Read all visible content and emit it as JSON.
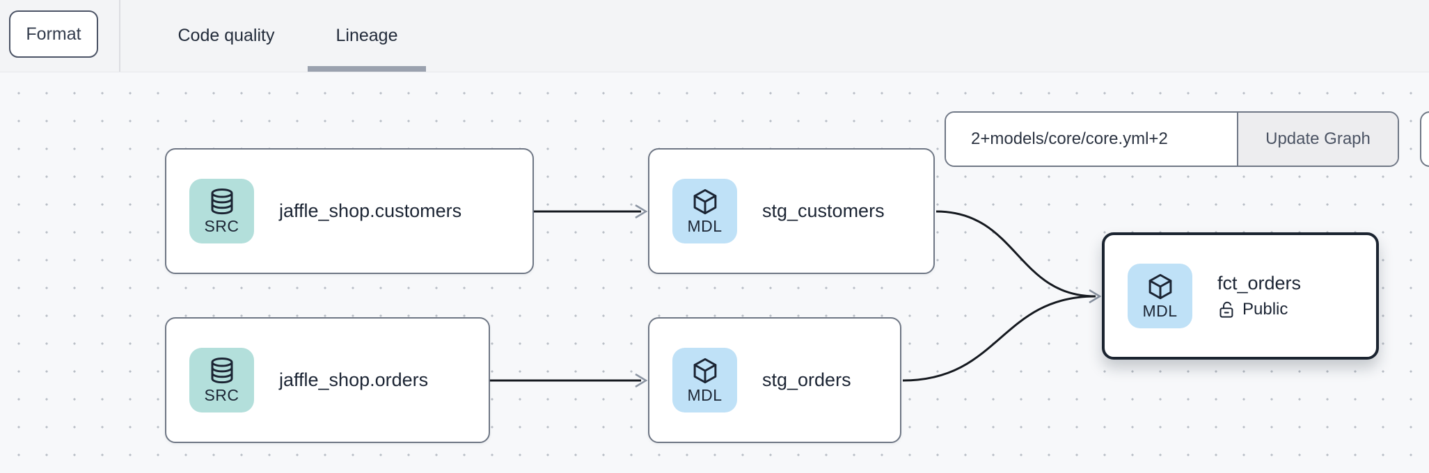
{
  "toolbar": {
    "format_button": "Format",
    "tabs": [
      {
        "label": "Code quality",
        "active": false
      },
      {
        "label": "Lineage",
        "active": true
      }
    ]
  },
  "lineage_controls": {
    "selector_value": "2+models/core/core.yml+2",
    "update_button": "Update Graph"
  },
  "graph": {
    "nodes": [
      {
        "id": "jaffle_shop.customers",
        "title": "jaffle_shop.customers",
        "type_badge": "SRC",
        "icon": "database-icon",
        "kind": "source",
        "selected": false
      },
      {
        "id": "stg_customers",
        "title": "stg_customers",
        "type_badge": "MDL",
        "icon": "cube-icon",
        "kind": "model",
        "selected": false
      },
      {
        "id": "jaffle_shop.orders",
        "title": "jaffle_shop.orders",
        "type_badge": "SRC",
        "icon": "database-icon",
        "kind": "source",
        "selected": false
      },
      {
        "id": "stg_orders",
        "title": "stg_orders",
        "type_badge": "MDL",
        "icon": "cube-icon",
        "kind": "model",
        "selected": false
      },
      {
        "id": "fct_orders",
        "title": "fct_orders",
        "type_badge": "MDL",
        "icon": "cube-icon",
        "kind": "model",
        "access": "Public",
        "access_icon": "unlock-icon",
        "selected": true
      }
    ],
    "edges": [
      {
        "from": "jaffle_shop.customers",
        "to": "stg_customers"
      },
      {
        "from": "jaffle_shop.orders",
        "to": "stg_orders"
      },
      {
        "from": "stg_customers",
        "to": "fct_orders"
      },
      {
        "from": "stg_orders",
        "to": "fct_orders"
      }
    ]
  },
  "colors": {
    "topbar_bg": "#f3f4f6",
    "canvas_bg": "#f7f8fa",
    "source_badge_bg": "#b3dfdb",
    "model_badge_bg": "#bfe1f7",
    "node_border": "#6e7684",
    "selected_node_border": "#1b2430",
    "edge_line": "#15191f",
    "arrowhead": "#8a93a1",
    "tab_underline": "#9aa1ae"
  }
}
